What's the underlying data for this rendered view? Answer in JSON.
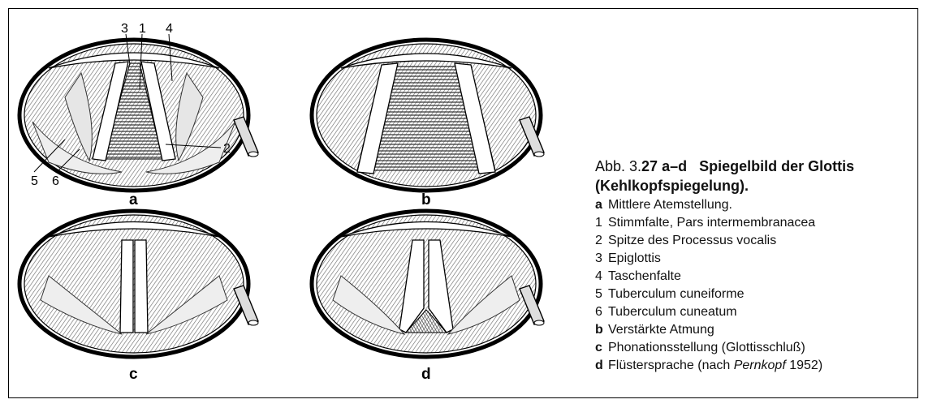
{
  "callouts": {
    "n3": "3",
    "n1": "1",
    "n4": "4",
    "n2": "2",
    "n5": "5",
    "n6": "6"
  },
  "panels": {
    "a": "a",
    "b": "b",
    "c": "c",
    "d": "d"
  },
  "caption": {
    "prefix": "Abb. 3.",
    "number": "27 a–d",
    "title_line1": "Spiegelbild der Glottis",
    "title_line2": "(Kehlkopfspiegelung).",
    "items": [
      {
        "key": "a",
        "text": "Mittlere Atemstellung.",
        "bold_key": true
      },
      {
        "key": "1",
        "text": "Stimmfalte, Pars intermembranacea",
        "bold_key": false
      },
      {
        "key": "2",
        "text": "Spitze des Processus vocalis",
        "bold_key": false
      },
      {
        "key": "3",
        "text": "Epiglottis",
        "bold_key": false
      },
      {
        "key": "4",
        "text": "Taschenfalte",
        "bold_key": false
      },
      {
        "key": "5",
        "text": "Tuberculum cuneiforme",
        "bold_key": false
      },
      {
        "key": "6",
        "text": "Tuberculum cuneatum",
        "bold_key": false
      },
      {
        "key": "b",
        "text": "Verstärkte Atmung",
        "bold_key": true
      },
      {
        "key": "c",
        "text": "Phonationsstellung (Glottisschluß)",
        "bold_key": true
      }
    ],
    "last_item": {
      "key": "d",
      "pre": "Flüstersprache (nach ",
      "author": "Pernkopf",
      "post": " 1952)"
    }
  }
}
